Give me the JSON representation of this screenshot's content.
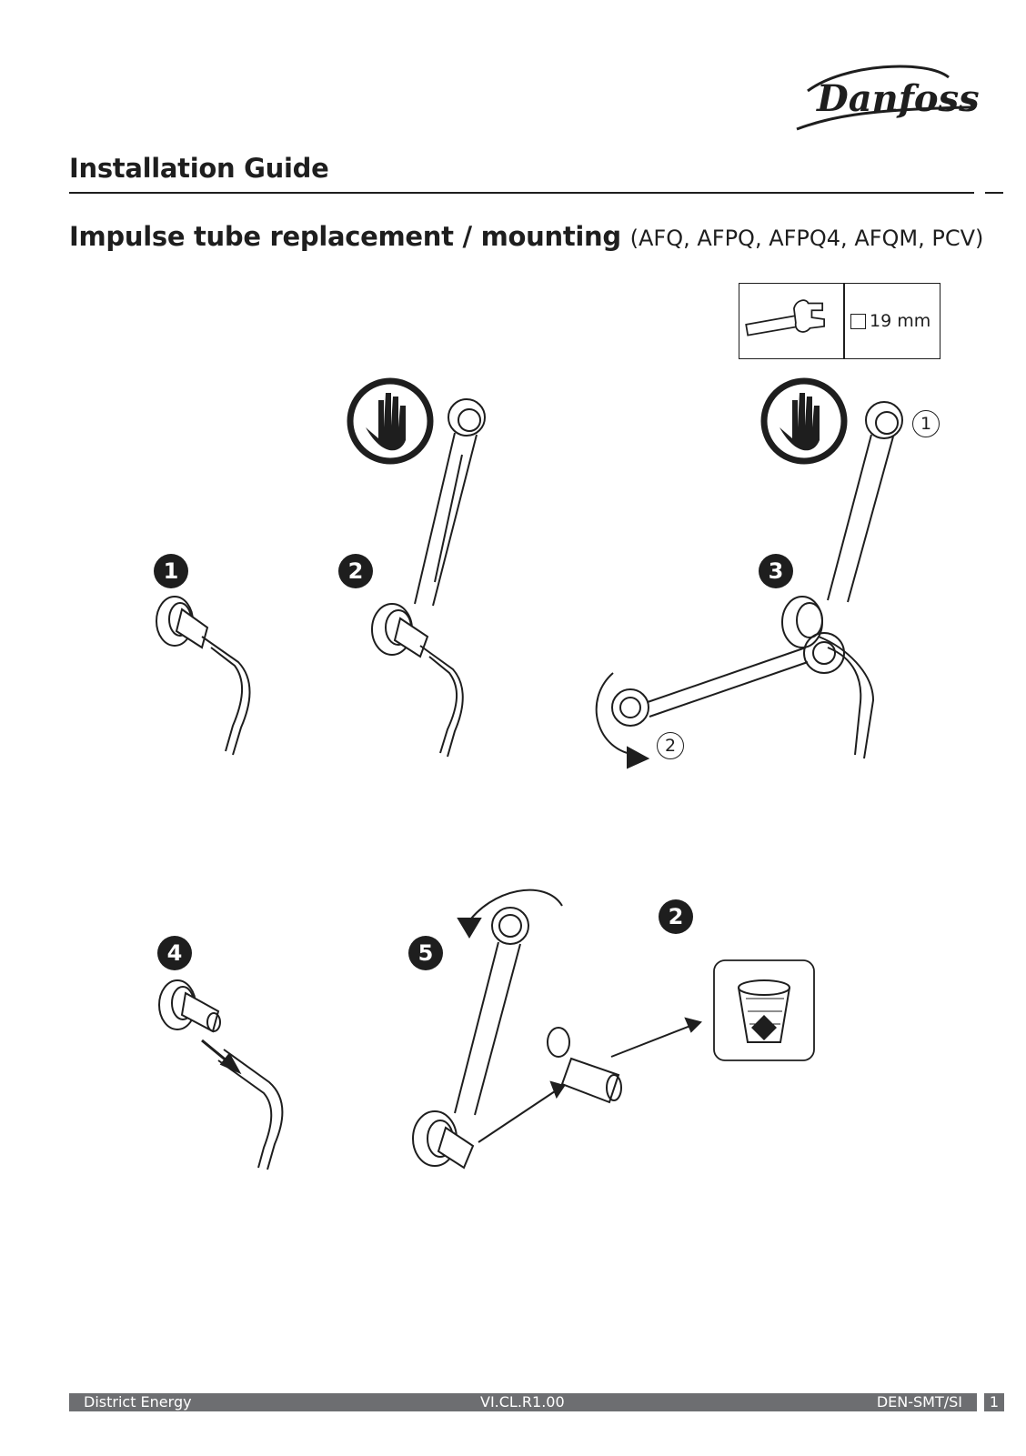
{
  "brand": {
    "logo_text": "Danfoss"
  },
  "header": {
    "section_title": "Installation Guide"
  },
  "page": {
    "heading": "Impulse tube replacement / mounting",
    "models": "(AFQ, AFPQ, AFPQ4, AFQM, PCV)"
  },
  "tool": {
    "size": "19 mm",
    "icon": "open-end-wrench-icon"
  },
  "steps": [
    {
      "label": "1"
    },
    {
      "label": "2"
    },
    {
      "label": "3"
    },
    {
      "label": "4"
    },
    {
      "label": "5"
    },
    {
      "label": "2"
    }
  ],
  "callouts": [
    {
      "label": "1"
    },
    {
      "label": "2"
    }
  ],
  "icons": {
    "stop": "hand-stop-icon",
    "waste": "waste-bin-icon"
  },
  "footer": {
    "left": "District Energy",
    "center": "VI.CL.R1.00",
    "right": "DEN-SMT/SI",
    "page_number": "1"
  }
}
